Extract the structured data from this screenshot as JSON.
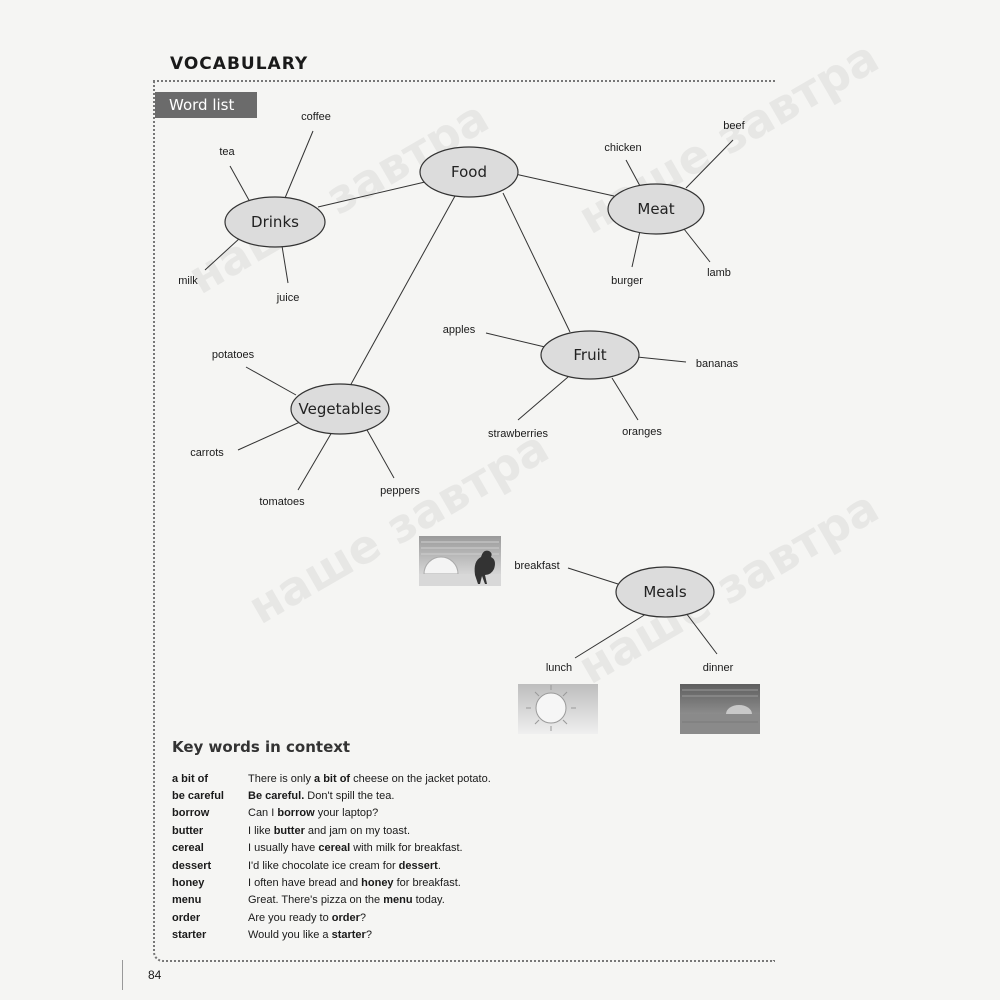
{
  "header": {
    "title": "VOCABULARY",
    "tab": "Word list"
  },
  "mindmap": {
    "food": "Food",
    "drinks": {
      "label": "Drinks",
      "items": [
        "tea",
        "coffee",
        "milk",
        "juice"
      ]
    },
    "meat": {
      "label": "Meat",
      "items": [
        "chicken",
        "beef",
        "burger",
        "lamb"
      ]
    },
    "fruit": {
      "label": "Fruit",
      "items": [
        "apples",
        "bananas",
        "strawberries",
        "oranges"
      ]
    },
    "vegetables": {
      "label": "Vegetables",
      "items": [
        "potatoes",
        "carrots",
        "tomatoes",
        "peppers"
      ]
    },
    "meals": {
      "label": "Meals",
      "items": [
        "breakfast",
        "lunch",
        "dinner"
      ]
    }
  },
  "key_words": {
    "title": "Key words in context",
    "rows": [
      {
        "term": "a bit of",
        "def": [
          "There is only ",
          "a bit of",
          " cheese on the jacket potato."
        ]
      },
      {
        "term": "be careful",
        "def": [
          "",
          "Be careful.",
          " Don't spill the tea."
        ]
      },
      {
        "term": "borrow",
        "def": [
          "Can I ",
          "borrow",
          " your laptop?"
        ]
      },
      {
        "term": "butter",
        "def": [
          "I like ",
          "butter",
          " and jam on my toast."
        ]
      },
      {
        "term": "cereal",
        "def": [
          "I usually have ",
          "cereal",
          " with milk for breakfast."
        ]
      },
      {
        "term": "dessert",
        "def": [
          "I'd like chocolate ice cream for ",
          "dessert",
          "."
        ]
      },
      {
        "term": "honey",
        "def": [
          "I often have bread and ",
          "honey",
          " for breakfast."
        ]
      },
      {
        "term": "menu",
        "def": [
          "Great. There's pizza on the ",
          "menu",
          " today."
        ]
      },
      {
        "term": "order",
        "def": [
          "Are you ready to ",
          "order",
          "?"
        ]
      },
      {
        "term": "starter",
        "def": [
          "Would you like a ",
          "starter",
          "?"
        ]
      }
    ]
  },
  "footer": {
    "page_number": "84"
  },
  "watermark": "наше завтра",
  "colors": {
    "ellipse_fill": "#dcdcdc",
    "tab_bg": "#6b6b6b"
  }
}
